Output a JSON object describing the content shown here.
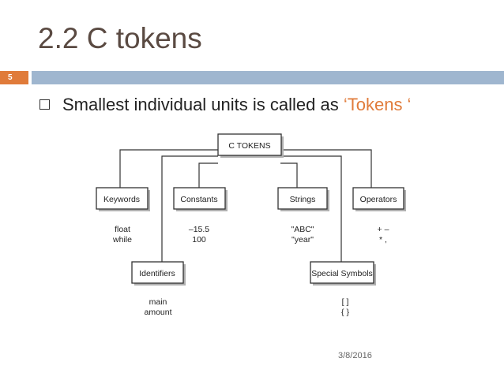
{
  "slide": {
    "title": "2.2 C tokens",
    "number": "5",
    "bullet_main": "Smallest individual units is called as ",
    "bullet_accent": "‘Tokens ‘",
    "date": "3/8/2016"
  },
  "diagram": {
    "root": "C TOKENS",
    "keywords": {
      "label": "Keywords",
      "ex1": "float",
      "ex2": "while"
    },
    "constants": {
      "label": "Constants",
      "ex1": "–15.5",
      "ex2": "100"
    },
    "strings": {
      "label": "Strings",
      "ex1": "\"ABC\"",
      "ex2": "\"year\""
    },
    "operators": {
      "label": "Operators",
      "ex1": "+  –",
      "ex2": "*  ,"
    },
    "identifiers": {
      "label": "Identifiers",
      "ex1": "main",
      "ex2": "amount"
    },
    "special": {
      "label": "Special Symbols",
      "ex1": "[ ]",
      "ex2": "{ }"
    }
  },
  "colors": {
    "accent": "#e07b3a",
    "rule": "#9fb6cf",
    "title": "#5a4a42"
  }
}
